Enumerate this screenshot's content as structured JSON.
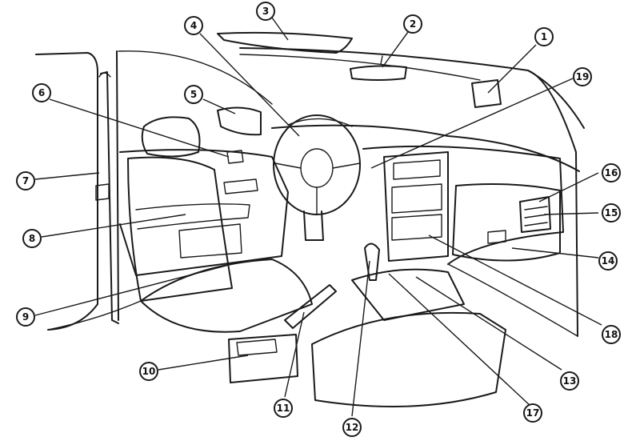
{
  "callouts": [
    {
      "id": "1",
      "label": "1"
    },
    {
      "id": "2",
      "label": "2"
    },
    {
      "id": "3",
      "label": "3"
    },
    {
      "id": "4",
      "label": "4"
    },
    {
      "id": "5",
      "label": "5"
    },
    {
      "id": "6",
      "label": "6"
    },
    {
      "id": "7",
      "label": "7"
    },
    {
      "id": "8",
      "label": "8"
    },
    {
      "id": "9",
      "label": "9"
    },
    {
      "id": "10",
      "label": "10"
    },
    {
      "id": "11",
      "label": "11"
    },
    {
      "id": "12",
      "label": "12"
    },
    {
      "id": "13",
      "label": "13"
    },
    {
      "id": "14",
      "label": "14"
    },
    {
      "id": "15",
      "label": "15"
    },
    {
      "id": "16",
      "label": "16"
    },
    {
      "id": "17",
      "label": "17"
    },
    {
      "id": "18",
      "label": "18"
    },
    {
      "id": "19",
      "label": "19"
    }
  ],
  "colors": {
    "ink": "#1a1a1a",
    "paper": "#ffffff"
  }
}
